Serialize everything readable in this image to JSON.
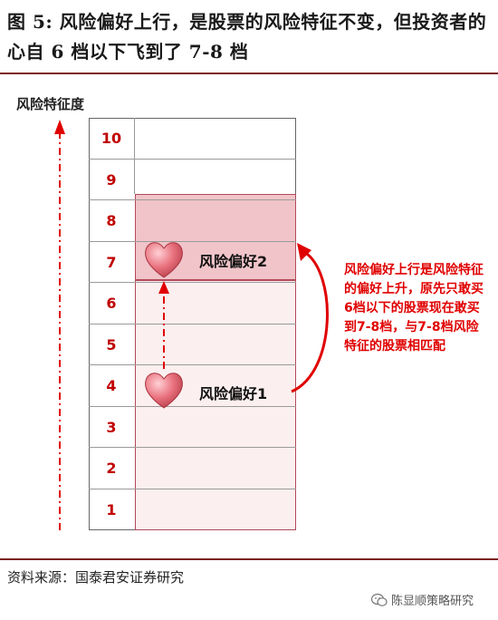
{
  "title": "图 5: 风险偏好上行，是股票的风险特征不变，但投资者的心自 6 档以下飞到了 7-8 档",
  "axis_label": "风险特征度",
  "levels": [
    "10",
    "9",
    "8",
    "7",
    "6",
    "5",
    "4",
    "3",
    "2",
    "1"
  ],
  "preference_high": "风险偏好2",
  "preference_low": "风险偏好1",
  "note": "风险偏好上行是风险特征的偏好上升，原先只敢买6档以下的股票现在敢买到7-8档，与7-8档风险特征的股票相匹配",
  "source": "资料来源：国泰君安证券研究",
  "watermark": "陈显顺策略研究",
  "colors": {
    "accent_red": "#c00000",
    "band_dark": "#f0c4c9",
    "band_light": "#fcefef",
    "heart": "#e06a75"
  }
}
